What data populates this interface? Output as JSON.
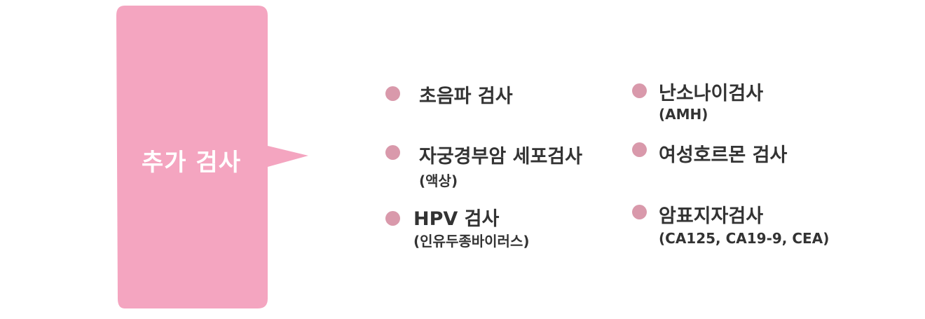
{
  "colors": {
    "bubble": "#f4a5c0",
    "bullet": "#d999ab",
    "text": "#333333",
    "bubble_text": "#ffffff"
  },
  "bubble": {
    "title": "추가 검사"
  },
  "tests": [
    {
      "label": "초음파 검사",
      "sub": ""
    },
    {
      "label": "자궁경부암 세포검사",
      "sub": "(액상)"
    },
    {
      "label": "HPV 검사",
      "sub": "(인유두종바이러스)"
    },
    {
      "label": "난소나이검사",
      "sub": "(AMH)"
    },
    {
      "label": "여성호르몬 검사",
      "sub": ""
    },
    {
      "label": "암표지자검사",
      "sub": "(CA125, CA19-9, CEA)"
    }
  ]
}
